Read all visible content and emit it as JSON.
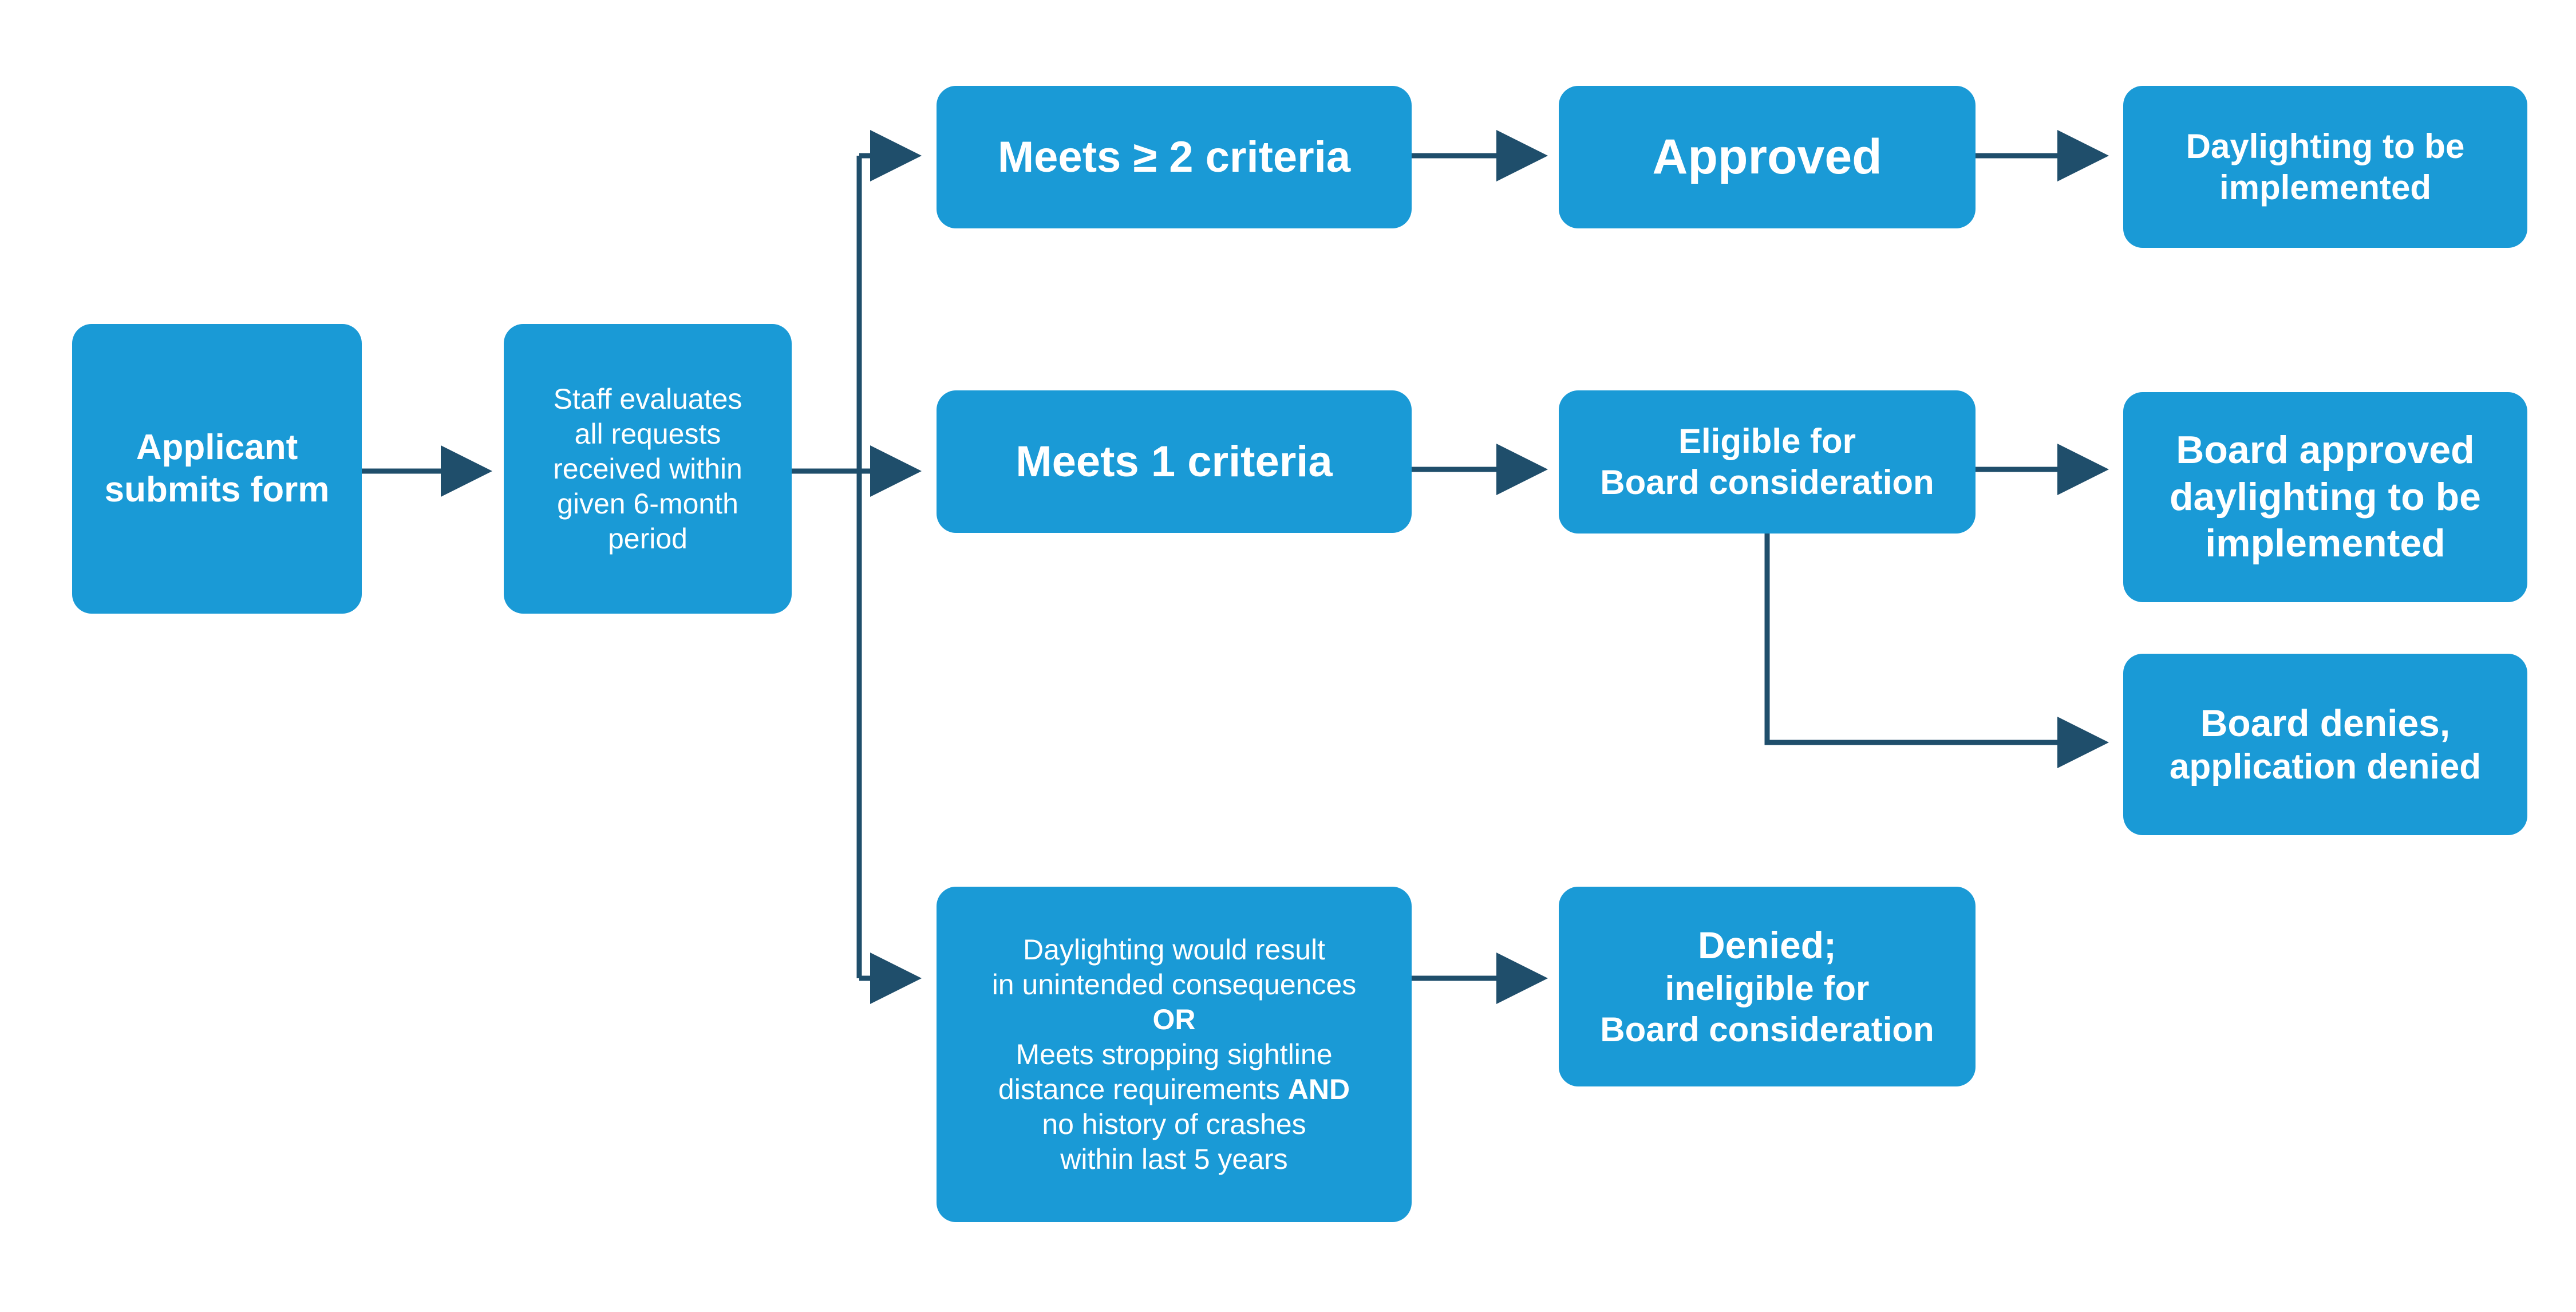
{
  "colors": {
    "node_fill": "#1a9ad6",
    "node_text": "#ffffff",
    "connector": "#1f4e6b"
  },
  "nodes": {
    "applicant": {
      "line1": "Applicant",
      "line2": "submits form"
    },
    "staff": {
      "line1": "Staff evaluates",
      "line2": "all requests",
      "line3": "received within",
      "line4": "given 6-month",
      "line5": "period"
    },
    "meets_two": {
      "prefix": "Meets ",
      "symbol": "≥",
      "suffix": " 2 criteria"
    },
    "meets_one": {
      "text": "Meets 1 criteria"
    },
    "consequences": {
      "line1": "Daylighting would result",
      "line2": "in unintended consequences",
      "line3": "OR",
      "line4": "Meets stropping sightline",
      "line5a": "distance requirements ",
      "line5b": "AND",
      "line6": "no history of crashes",
      "line7": "within last 5 years"
    },
    "approved": {
      "text": "Approved"
    },
    "eligible": {
      "line1": "Eligible for",
      "line2": "Board consideration"
    },
    "denied": {
      "line1": "Denied;",
      "line2": "ineligible for",
      "line3": "Board consideration"
    },
    "daylighting": {
      "line1": "Daylighting to be",
      "line2": "implemented"
    },
    "board_approved": {
      "line1": "Board approved",
      "line2": "daylighting to be",
      "line3": "implemented"
    },
    "board_denies": {
      "line1": "Board denies,",
      "line2": "application denied"
    }
  }
}
